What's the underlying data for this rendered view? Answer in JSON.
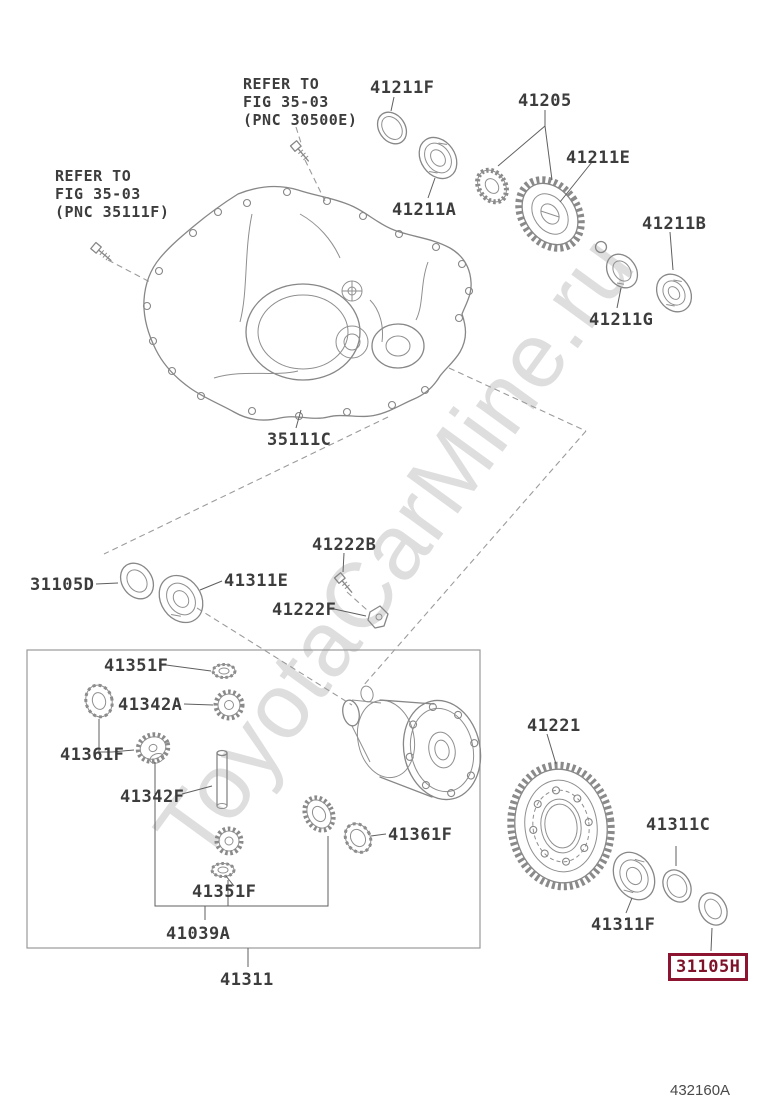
{
  "watermark": "ToyotaCarMine.ru",
  "diagram_code": "432160A",
  "notes": {
    "pnc_30500e": "REFER TO\nFIG 35-03\n(PNC 30500E)",
    "pnc_35111f": "REFER TO\nFIG 35-03\n(PNC 35111F)"
  },
  "labels": {
    "l41211f": "41211F",
    "l41205": "41205",
    "l41211e": "41211E",
    "l41211a": "41211A",
    "l41211b": "41211B",
    "l41211g": "41211G",
    "l35111c": "35111C",
    "l41222b": "41222B",
    "l31105d": "31105D",
    "l41311e": "41311E",
    "l41222f": "41222F",
    "l41351f_top": "41351F",
    "l41342a": "41342A",
    "l41361f_left": "41361F",
    "l41342f": "41342F",
    "l41221": "41221",
    "l41361f_right": "41361F",
    "l41311c": "41311C",
    "l41351f_bottom": "41351F",
    "l41039a": "41039A",
    "l41311": "41311",
    "l41311f": "41311F",
    "l31105h": "31105H"
  },
  "highlight": {
    "part": "31105H",
    "color": "#8d1430"
  }
}
